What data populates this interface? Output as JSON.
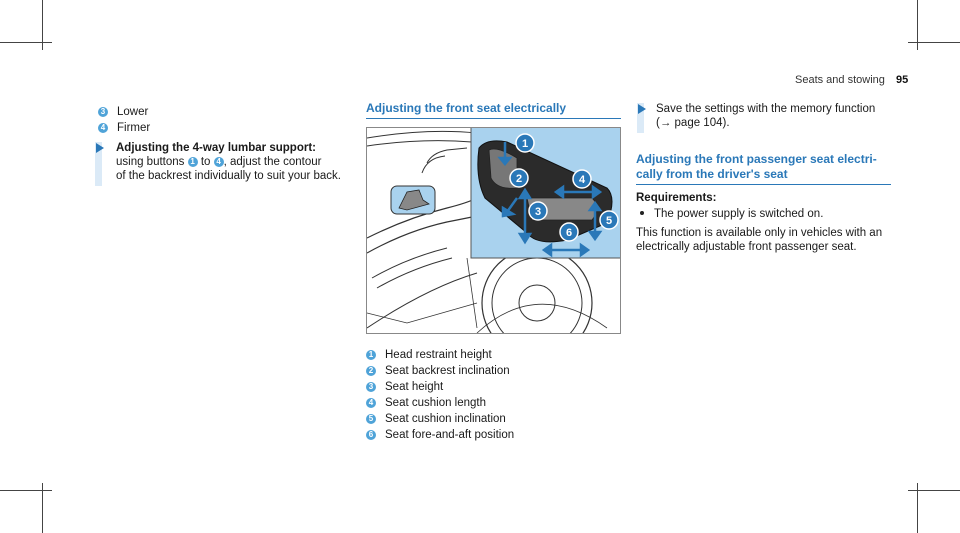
{
  "header": {
    "section": "Seats and stowing",
    "page": "95"
  },
  "left_col": {
    "items": [
      {
        "num": "3",
        "label": "Lower"
      },
      {
        "num": "4",
        "label": "Firmer"
      }
    ],
    "step_title": "Adjusting the 4-way lumbar support:",
    "step_line1_pre": "using buttons",
    "step_num_a": "1",
    "step_to": "to",
    "step_num_b": "4",
    "step_line1_post": ", adjust the contour",
    "step_line2": "of the backrest individually to suit your back."
  },
  "middle_col": {
    "heading": "Adjusting the front seat electrically",
    "figure": {
      "callouts": [
        "1",
        "2",
        "3",
        "4",
        "5",
        "6"
      ]
    },
    "legend": [
      {
        "num": "1",
        "label": "Head restraint height"
      },
      {
        "num": "2",
        "label": "Seat backrest inclination"
      },
      {
        "num": "3",
        "label": "Seat height"
      },
      {
        "num": "4",
        "label": "Seat cushion length"
      },
      {
        "num": "5",
        "label": "Seat cushion inclination"
      },
      {
        "num": "6",
        "label": "Seat fore-and-aft position"
      }
    ]
  },
  "right_col": {
    "step_line1": "Save the settings with the memory function",
    "step_line2": "(→ page 104).",
    "heading_line1": "Adjusting the front passenger seat electri-",
    "heading_line2": "cally from the driver's seat",
    "requirements_label": "Requirements:",
    "requirement_item": "The power supply is switched on.",
    "para_line1": "This function is available only in vehicles with an",
    "para_line2": "electrically adjustable front passenger seat."
  },
  "colors": {
    "accent": "#2a78b8",
    "callout": "#4fa3d8",
    "figure_highlight": "#a9d2ee"
  }
}
